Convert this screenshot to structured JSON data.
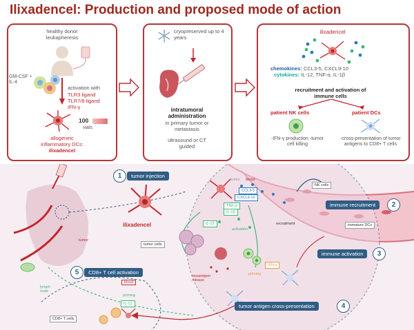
{
  "title": "Ilixadencel: Production and proposed mode of action",
  "panel1": {
    "donor": "healthy donor leukapheresis",
    "cytokine": "GM-CSF + IL-4",
    "activation_prefix": "activation with",
    "ligand1": "TLR3 ligand",
    "ligand2": "TLR7/8 ligand",
    "ligand3": "IFN-γ",
    "vials_count": "100",
    "vials_label": "vials",
    "result1": "allogeneic",
    "result2": "inflammatory DCs:",
    "result3": "ilixadencel"
  },
  "panel2": {
    "storage": "cryopreserved up to 4 years",
    "admin_bold": "intratumoral administration",
    "admin_rest": "in primary tumor or metastasis",
    "guide": "ultrasound or CT guided"
  },
  "panel3": {
    "name": "ilixadencel",
    "chemokines_label": "chemokines:",
    "chemokines_value": "CCL3-5, CXCL9-10",
    "cytokines_label": "cytokines:",
    "cytokines_value": "IL-12, TNF-α, IL-1β",
    "recruit": "recruitment and activation of immune cells",
    "nk_title": "patient NK cells",
    "dc_title": "patient DCs",
    "nk_desc": "-IFN-γ production -tumor cell killing",
    "dc_desc": "-cross-presentation of tumor antigens to CD8+ T cells"
  },
  "bottom": {
    "steps": [
      {
        "num": "1",
        "label": "tumor injection"
      },
      {
        "num": "2",
        "label": "immune recruitment"
      },
      {
        "num": "3",
        "label": "immune activation"
      },
      {
        "num": "4",
        "label": "tumor antigen cross-presentation"
      },
      {
        "num": "5",
        "label": "CD8+ T cell activation"
      }
    ],
    "ilixadencel": "ilixadencel",
    "tags": {
      "ccl": "CCL3-5",
      "cxcl": "CXCL9-10",
      "tnf": "TNF-α",
      "il1": "IL-1β",
      "il12": "IL-12",
      "ifn": "IFN-γ",
      "il12b": "IL-12",
      "nk": "NK cells",
      "immature": "immature DCs",
      "tumorcells": "tumor cells",
      "cd8": "CD8+ T cells"
    },
    "labels": {
      "tumor": "tumor",
      "blood": "blood",
      "blood2": "blood",
      "recruitment": "recruitment",
      "activation": "activation",
      "neoantigen": "neoantigen release",
      "priming": "priming",
      "priming2": "priming",
      "lymph": "lymph node",
      "tumor2": "tumor"
    }
  },
  "colors": {
    "title": "#9c2a1f",
    "panel_border": "#b5343b",
    "pill": "#2f5d85",
    "teal": "#15a9a0",
    "blue": "#1e5fa8"
  }
}
